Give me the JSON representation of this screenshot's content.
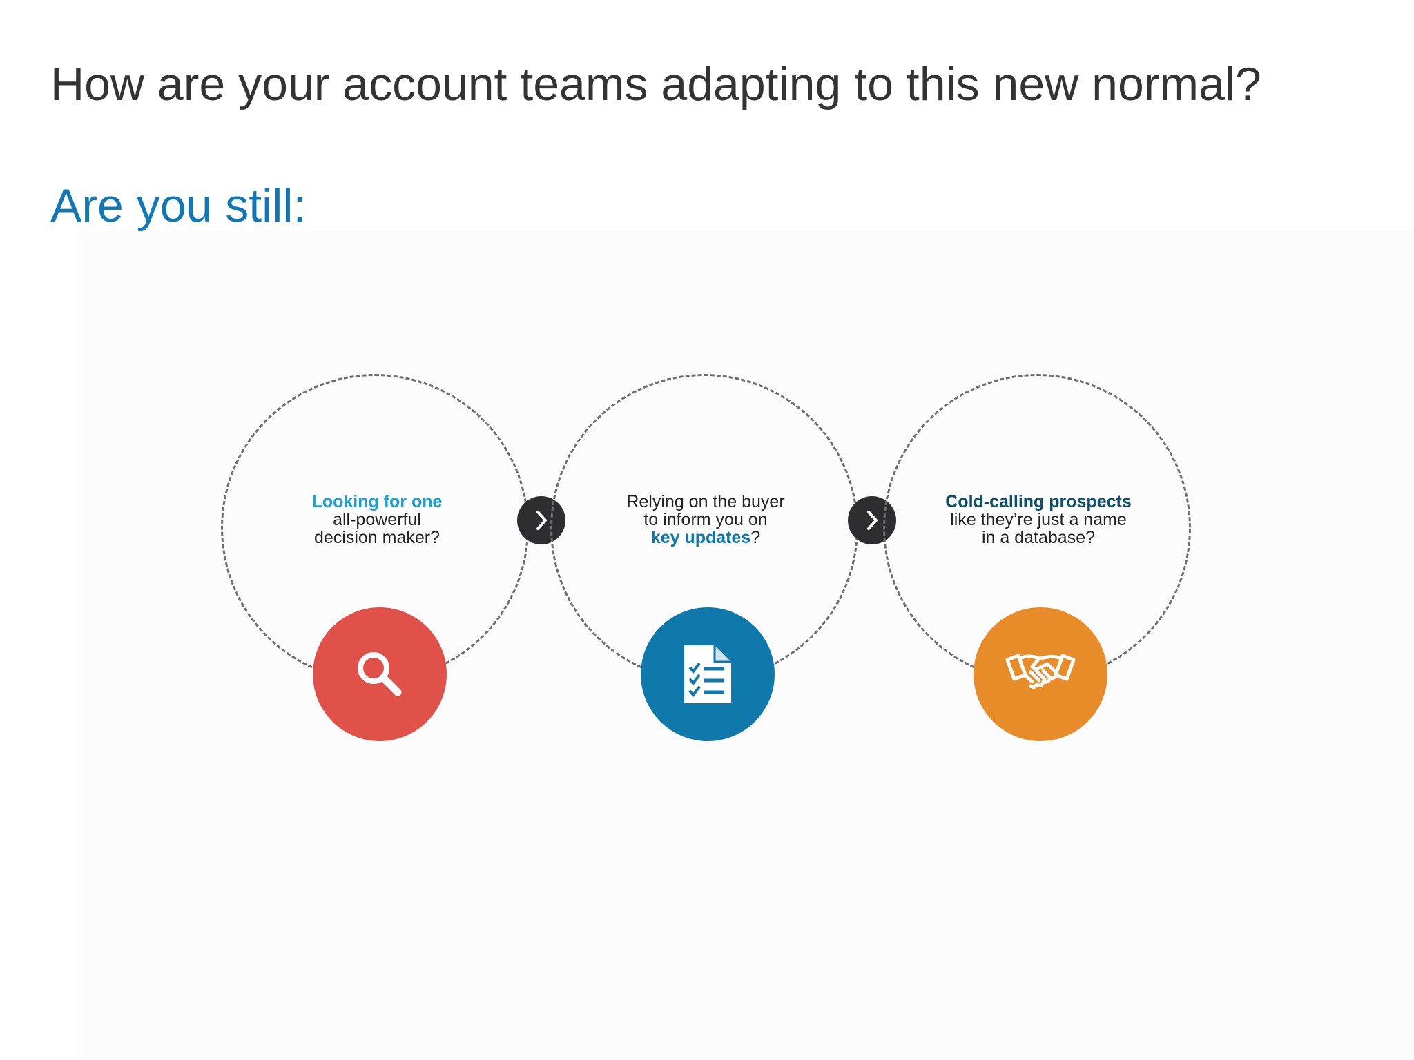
{
  "title": "How are your account teams adapting to this new normal?",
  "subtitle": "Are you still:",
  "colors": {
    "title": "#333333",
    "subtitle_accent": "#1177b5",
    "ring_dash": "#6e6e6e",
    "arrow_bg": "#2e2e30"
  },
  "steps": [
    {
      "highlight": "Looking for one",
      "line2": "all-powerful",
      "line3": "decision maker?",
      "highlight_color": "#1aa0d2",
      "icon": "search-icon",
      "icon_color": "#e05149"
    },
    {
      "line1": "Relying on the buyer",
      "line2": "to inform you on",
      "highlight": "key updates",
      "suffix": "?",
      "highlight_color": "#0f79ac",
      "icon": "checklist-document-icon",
      "icon_color": "#0f79ac"
    },
    {
      "highlight": "Cold-calling prospects",
      "line2": "like they’re just a name",
      "line3": "in a database?",
      "highlight_color": "#0c4e6b",
      "icon": "handshake-icon",
      "icon_color": "#e88c2a"
    }
  ],
  "connectors": [
    {
      "icon": "chevron-right-icon"
    },
    {
      "icon": "chevron-right-icon"
    }
  ]
}
